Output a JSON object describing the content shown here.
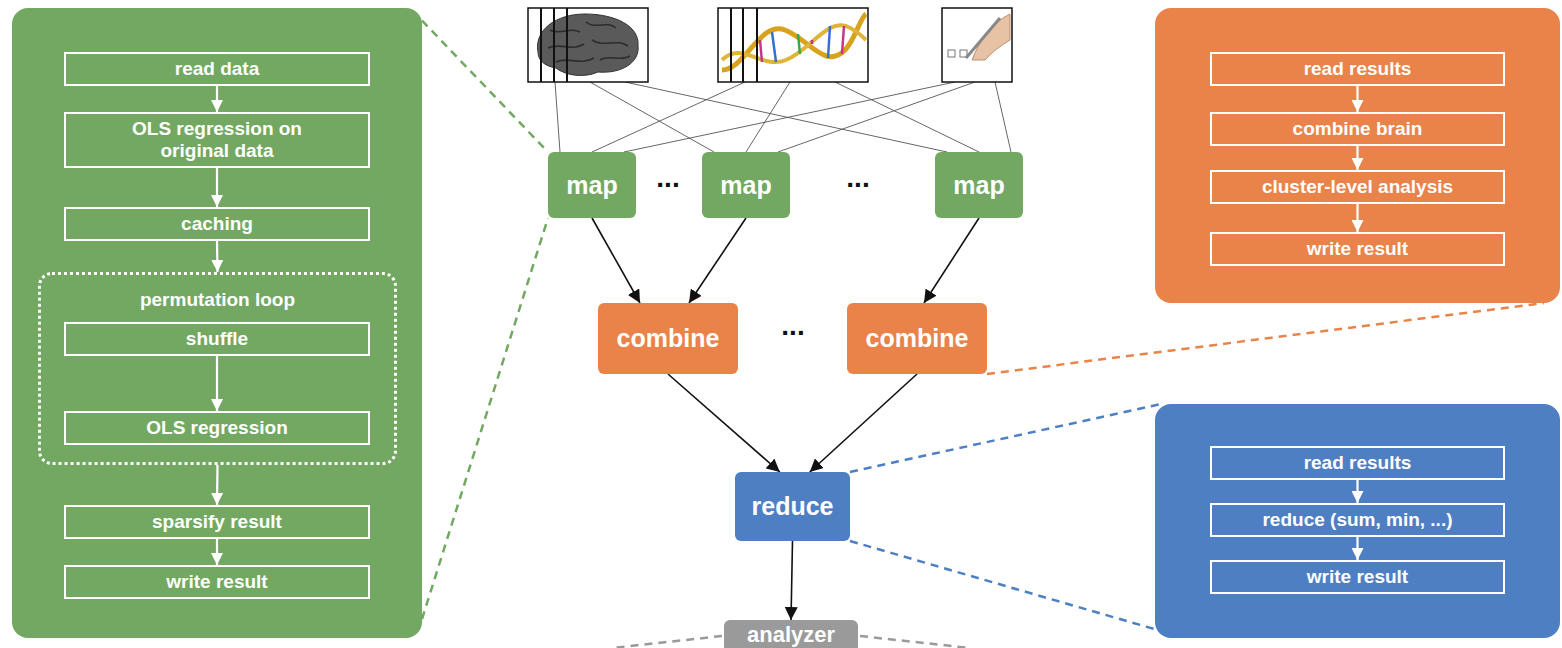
{
  "diagram": {
    "nodes": [
      {
        "text": []
      },
      {
        "text": [
          "read data"
        ],
        "in": 0
      },
      {
        "text": [
          "OLS regression on original data"
        ],
        "in": 0
      },
      {
        "text": [
          "caching"
        ],
        "in": 0
      },
      {
        "text": [
          "permutation loop"
        ],
        "in": 0
      },
      {
        "text": [
          "shuffle"
        ],
        "in": 4
      },
      {
        "text": [
          "OLS regression"
        ],
        "in": 4
      },
      {
        "text": [
          "sparsify result"
        ],
        "in": 0
      },
      {
        "text": [
          "write result"
        ],
        "in": 0
      },
      {
        "text": [
          "map"
        ]
      },
      {
        "text": [
          "map"
        ]
      },
      {
        "text": [
          "map"
        ]
      },
      {
        "text": []
      },
      {
        "text": [
          "read results"
        ],
        "in": 12
      },
      {
        "text": [
          "combine brain"
        ],
        "in": 12
      },
      {
        "text": [
          "cluster-level analysis"
        ],
        "in": 12
      },
      {
        "text": [
          "write result"
        ],
        "in": 12
      },
      {
        "text": [
          "combine"
        ]
      },
      {
        "text": [
          "combine"
        ]
      },
      {
        "text": [
          "reduce"
        ]
      },
      {
        "text": []
      },
      {
        "text": [
          "read results"
        ],
        "in": 20
      },
      {
        "text": [
          "reduce (sum, min, ...)"
        ],
        "in": 20
      },
      {
        "text": [
          "write result"
        ],
        "in": 20
      },
      {
        "text": [
          "analyzer"
        ]
      }
    ],
    "edges": [
      {
        "from": 1,
        "to": 2,
        "arrow": "to"
      },
      {
        "from": 2,
        "to": 3,
        "arrow": "to"
      },
      {
        "from": 3,
        "to": 4,
        "arrow": "to"
      },
      {
        "from": 5,
        "to": 6,
        "arrow": "to"
      },
      {
        "from": 4,
        "to": 7,
        "arrow": "to"
      },
      {
        "from": 7,
        "to": 8,
        "arrow": "to"
      },
      {
        "from": 13,
        "to": 14,
        "arrow": "to"
      },
      {
        "from": 14,
        "to": 15,
        "arrow": "to"
      },
      {
        "from": 15,
        "to": 16,
        "arrow": "to"
      },
      {
        "from": 21,
        "to": 22,
        "arrow": "to"
      },
      {
        "from": 22,
        "to": 23,
        "arrow": "to"
      },
      {
        "from": 9,
        "to": 17,
        "arrow": "to"
      },
      {
        "from": 10,
        "to": 17,
        "arrow": "to"
      },
      {
        "from": 11,
        "to": 18,
        "arrow": "to"
      },
      {
        "from": 17,
        "to": 19,
        "arrow": "to"
      },
      {
        "from": 18,
        "to": 19,
        "arrow": "to"
      },
      {
        "from": 19,
        "to": 24,
        "arrow": "to"
      },
      {
        "from": 0,
        "to": 9,
        "arrow": "none"
      },
      {
        "from": 0,
        "to": 9,
        "arrow": "none"
      },
      {
        "from": 18,
        "to": 12,
        "arrow": "none"
      },
      {
        "from": 19,
        "to": 20,
        "arrow": "none"
      },
      {
        "from": 19,
        "to": 20,
        "arrow": "none"
      }
    ],
    "labels": [
      "...",
      "...",
      "..."
    ]
  }
}
